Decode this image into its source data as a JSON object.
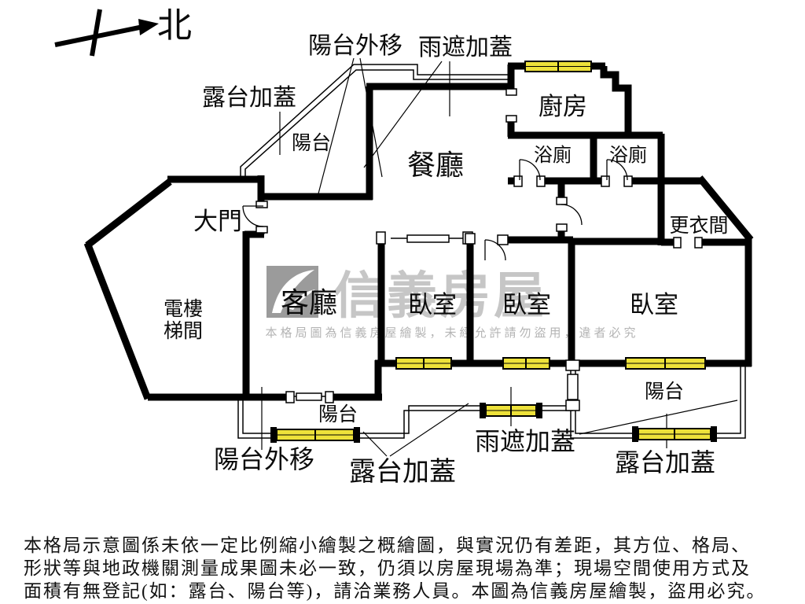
{
  "compass": {
    "north": "北"
  },
  "rooms": {
    "kitchen": "廚房",
    "dining": "餐廳",
    "bath_left": "浴廁",
    "bath_right": "浴廁",
    "main_door": "大門",
    "dressing_room": "更衣間",
    "elevator_stair_line1": "電樓",
    "elevator_stair_line2": "梯間",
    "living_room": "客廳",
    "bedroom_1": "臥室",
    "bedroom_2": "臥室",
    "bedroom_3": "臥室",
    "balcony_top": "陽台",
    "balcony_bottom_left": "陽台",
    "balcony_bottom_right": "陽台"
  },
  "annotations": {
    "balcony_moved_out_top": "陽台外移",
    "rain_canopy_added_top": "雨遮加蓋",
    "terrace_covered_top_left": "露台加蓋",
    "balcony_moved_out_bottom": "陽台外移",
    "terrace_covered_bottom_center": "露台加蓋",
    "rain_canopy_added_bottom": "雨遮加蓋",
    "terrace_covered_bottom_right": "露台加蓋"
  },
  "watermark": {
    "brand": "信義房屋",
    "notice": "本格局圖為信義房屋繪製，未經允許請勿盜用，違者必究"
  },
  "disclaimer": {
    "lines": [
      "本格局示意圖係未依一定比例縮小繪製之概繪圖，與實況仍有差距，其方位、格局、",
      "形狀等與地政機關測量成果圖未必一致，仍須以房屋現場為準；現場空間使用方式及",
      "面積有無登記(如：露台、陽台等)，請洽業務人員。本圖為信義房屋繪製，盜用必究。"
    ]
  },
  "colors": {
    "wall": "#000000",
    "window": "#EDE13A",
    "watermark_text": "#C6C6C6"
  }
}
